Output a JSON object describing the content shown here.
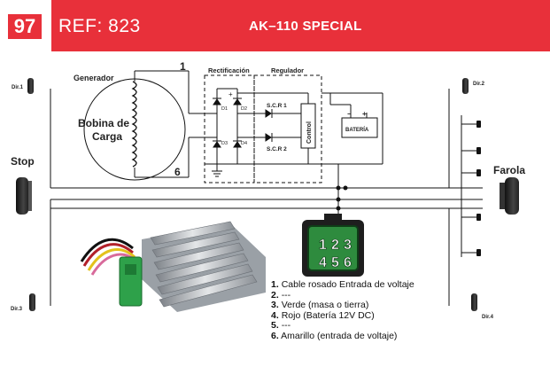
{
  "header": {
    "number": "97",
    "ref": "REF: 823",
    "model": "AK–110 SPECIAL"
  },
  "diagram": {
    "generator": "Generador",
    "coil_line1": "Bobina de",
    "coil_line2": "Carga",
    "term_1": "1",
    "term_6": "6",
    "rect_label": "Rectificación",
    "reg_label": "Regulador",
    "scr1": "S.C.R 1",
    "scr2": "S.C.R 2",
    "d1": "D1",
    "d2": "D2",
    "d3": "D3",
    "d4": "D4",
    "plus": "+",
    "control": "Control",
    "battery": "BATERÍA",
    "dir1": "Dir.1",
    "dir2": "Dir.2",
    "dir3": "Dir.3",
    "dir4": "Dir.4",
    "stop": "Stop",
    "farola": "Farola"
  },
  "connector": {
    "pins": [
      "1",
      "2",
      "3",
      "4",
      "5",
      "6"
    ],
    "color": "#2e8b3e"
  },
  "legend": [
    {
      "n": "1.",
      "text": "Cable rosado Entrada de voltaje"
    },
    {
      "n": "2.",
      "text": "---"
    },
    {
      "n": "3.",
      "text": "Verde (masa o tierra)"
    },
    {
      "n": "4.",
      "text": "Rojo (Batería 12V DC)"
    },
    {
      "n": "5.",
      "text": "---"
    },
    {
      "n": "6.",
      "text": "Amarillo (entrada de voltaje)"
    }
  ]
}
